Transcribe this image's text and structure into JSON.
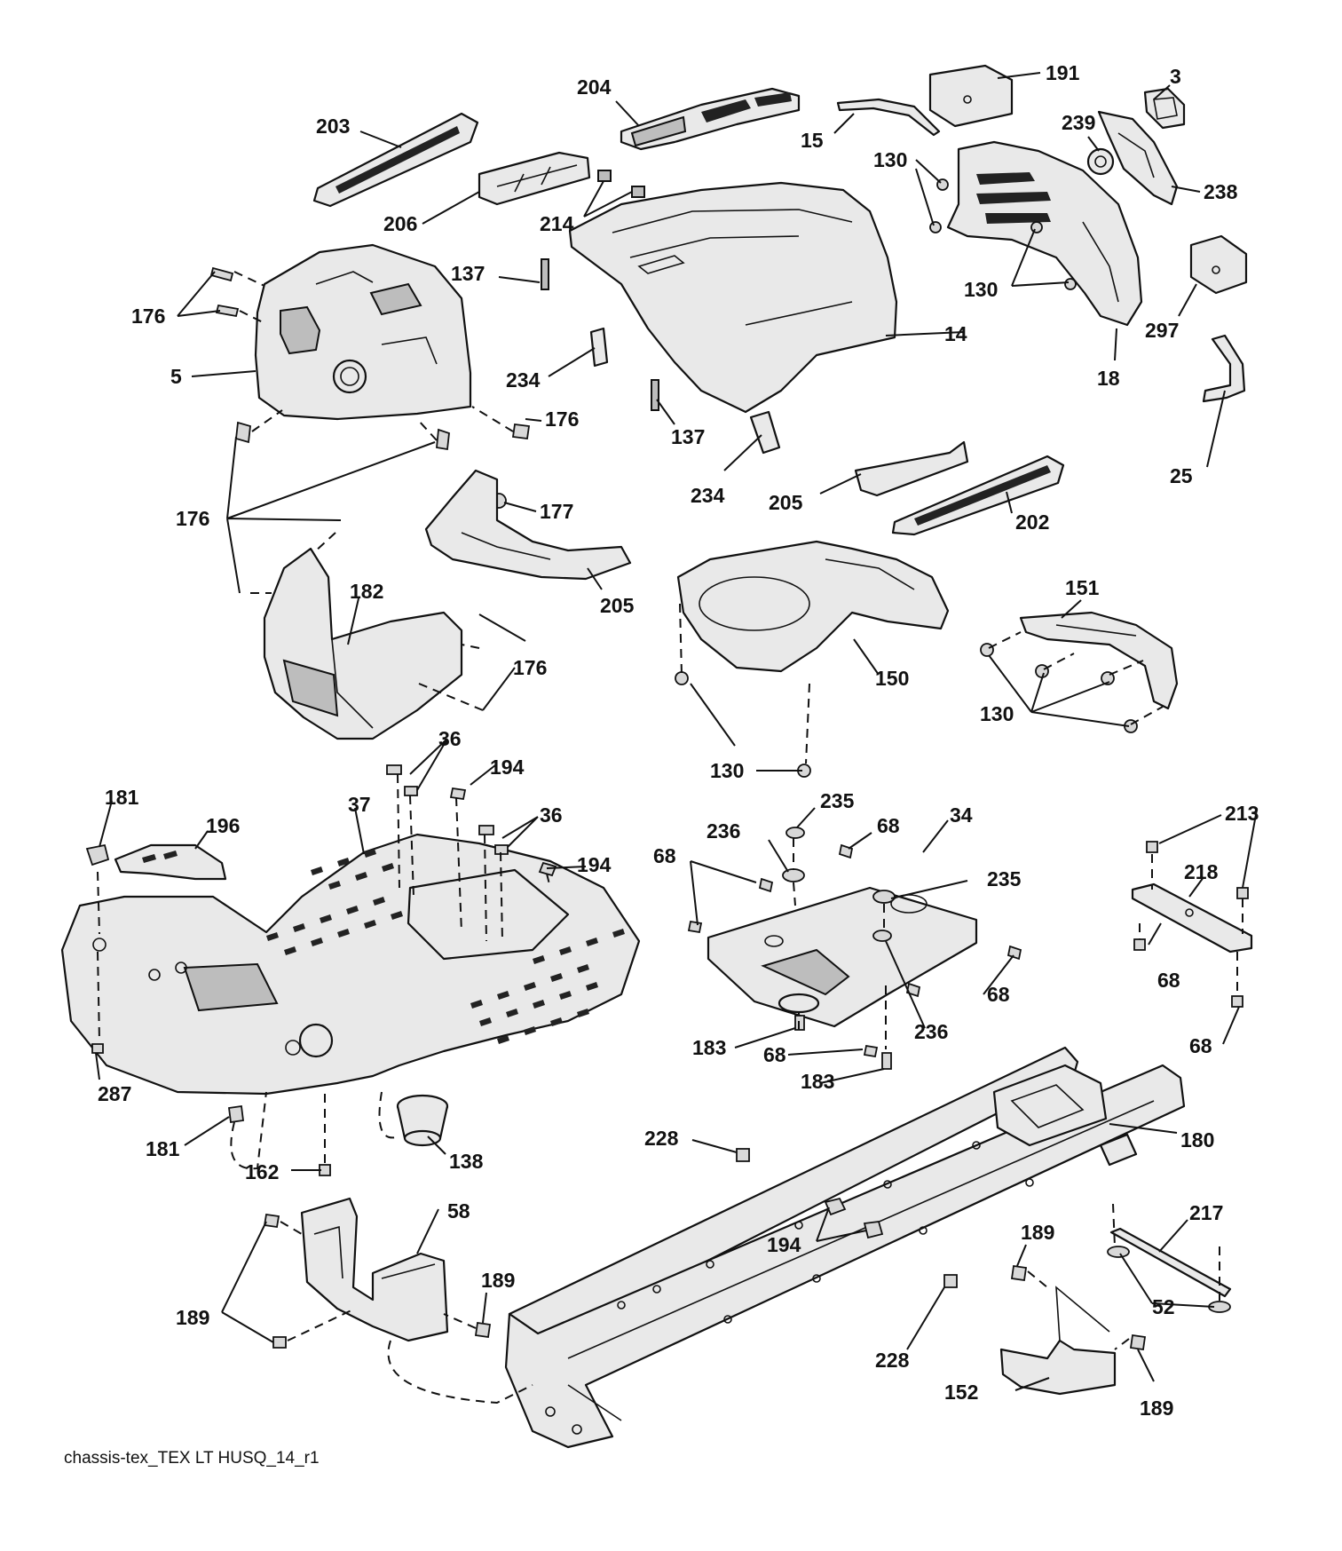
{
  "caption": "chassis-tex_TEX LT HUSQ_14_r1",
  "labels": {
    "l191": "191",
    "l3": "3",
    "l204": "204",
    "l203": "203",
    "l15": "15",
    "l239": "239",
    "l130a": "130",
    "l238": "238",
    "l206": "206",
    "l214": "214",
    "l137a": "137",
    "l130b": "130",
    "l176a": "176",
    "l5": "5",
    "l234a": "234",
    "l14": "14",
    "l297": "297",
    "l18": "18",
    "l176b": "176",
    "l137b": "137",
    "l25": "25",
    "l234b": "234",
    "l205a": "205",
    "l202": "202",
    "l176c": "176",
    "l177": "177",
    "l205b": "205",
    "l182": "182",
    "l151": "151",
    "l176d": "176",
    "l150": "150",
    "l130c": "130",
    "l130d": "130",
    "l36a": "36",
    "l194a": "194",
    "l181a": "181",
    "l196": "196",
    "l37": "37",
    "l36b": "36",
    "l235a": "235",
    "l68a": "68",
    "l34": "34",
    "l213": "213",
    "l236a": "236",
    "l68b": "68",
    "l194b": "194",
    "l218": "218",
    "l235b": "235",
    "l68c": "68",
    "l68d": "68",
    "l236b": "236",
    "l68e": "68",
    "l183a": "183",
    "l68f": "68",
    "l183b": "183",
    "l287": "287",
    "l181b": "181",
    "l138": "138",
    "l162": "162",
    "l228a": "228",
    "l180": "180",
    "l58": "58",
    "l194c": "194",
    "l189a": "189",
    "l217": "217",
    "l189b": "189",
    "l189c": "189",
    "l52": "52",
    "l228b": "228",
    "l152": "152",
    "l189d": "189"
  }
}
